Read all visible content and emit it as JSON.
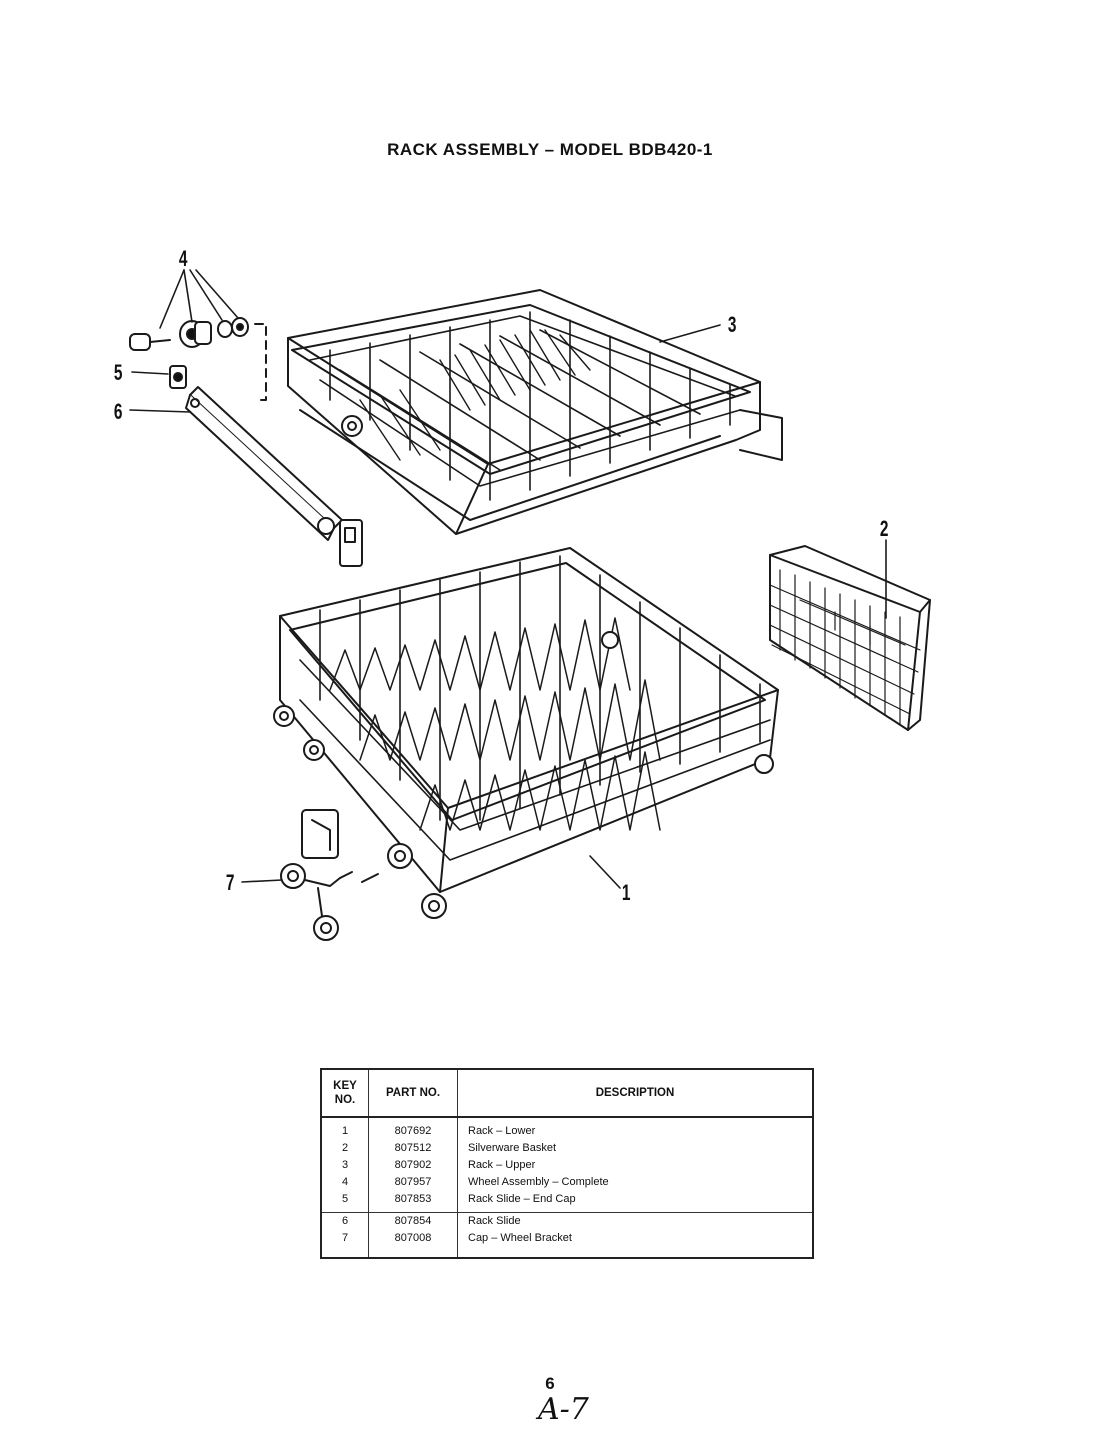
{
  "title": "RACK ASSEMBLY – MODEL BDB420-1",
  "callouts": {
    "c1": "1",
    "c2": "2",
    "c3": "3",
    "c4": "4",
    "c5": "5",
    "c6": "6",
    "c7": "7"
  },
  "table": {
    "headers": {
      "key": "KEY NO.",
      "part": "PART NO.",
      "description": "DESCRIPTION"
    },
    "rows": [
      {
        "key": "1",
        "part": "807692",
        "description": "Rack – Lower"
      },
      {
        "key": "2",
        "part": "807512",
        "description": "Silverware Basket"
      },
      {
        "key": "3",
        "part": "807902",
        "description": "Rack – Upper"
      },
      {
        "key": "4",
        "part": "807957",
        "description": "Wheel Assembly – Complete"
      },
      {
        "key": "5",
        "part": "807853",
        "description": "Rack Slide – End Cap"
      },
      {
        "key": "6",
        "part": "807854",
        "description": "Rack Slide"
      },
      {
        "key": "7",
        "part": "807008",
        "description": "Cap – Wheel Bracket"
      }
    ]
  },
  "page_number": "6",
  "handwritten_note": "A-7"
}
